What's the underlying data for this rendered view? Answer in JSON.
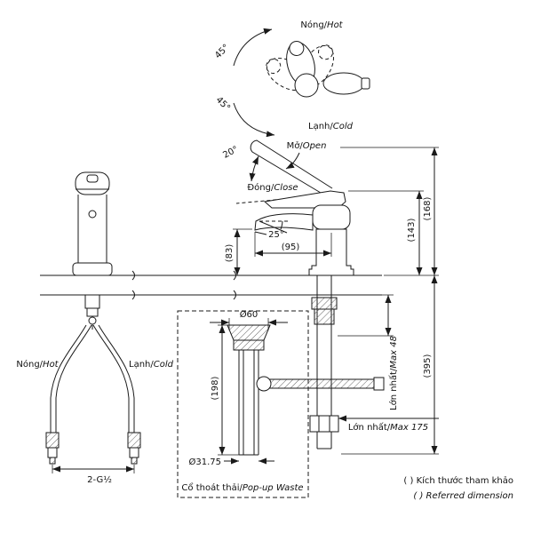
{
  "top_view": {
    "hot_vi": "Nóng/",
    "hot_en": "Hot",
    "cold_vi": "Lạnh/",
    "cold_en": "Cold",
    "swing_upper": "45°",
    "swing_lower": "45°"
  },
  "lever_view": {
    "lift_angle": "20°",
    "open_vi": "Mở/",
    "open_en": "Open",
    "close_vi": "Đóng/",
    "close_en": "Close"
  },
  "side_view": {
    "spout_angle": "25°",
    "spout_reach": "(95)",
    "spout_height": "(83)",
    "closed_height": "(143)",
    "open_height": "(168)"
  },
  "front_view": {
    "hot_vi": "Nóng/",
    "hot_en": "Hot",
    "cold_vi": "Lạnh/",
    "cold_en": "Cold",
    "connection": "2-G½"
  },
  "popup_waste": {
    "flange_dia": "Ø60",
    "body_length": "(198)",
    "pipe_dia": "Ø31.75",
    "caption_vi": "Cổ thoát thải/",
    "caption_en": "Pop-up Waste"
  },
  "under_counter": {
    "max_deck_vi": "Lớn nhất/",
    "max_deck_en": "Max 48",
    "max_rod_vi": "Lớn nhất/",
    "max_rod_en": "Max 175",
    "total_depth": "(395)"
  },
  "legend": {
    "vi": "( ) Kích thước tham khảo",
    "en": "( ) Referred dimension"
  }
}
